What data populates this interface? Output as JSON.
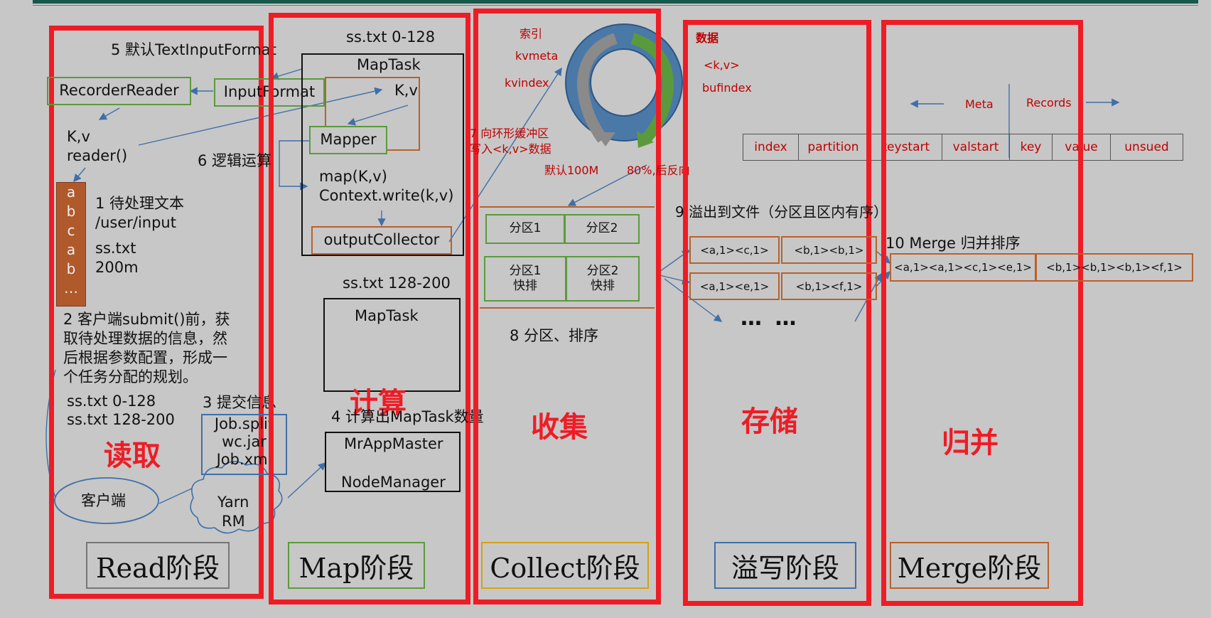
{
  "stages": {
    "read": {
      "title": "读取",
      "phase": "Read阶段"
    },
    "map": {
      "title": "计算",
      "phase": "Map阶段"
    },
    "collect": {
      "title": "收集",
      "phase": "Collect阶段"
    },
    "spill": {
      "title": "存储",
      "phase": "溢写阶段"
    },
    "merge": {
      "title": "归并",
      "phase": "Merge阶段"
    }
  },
  "read": {
    "default_format": "5 默认TextInputFormat",
    "recorder_reader": "RecorderReader",
    "input_format": "InputFormat",
    "kv": "K,v",
    "reader_call": "reader()",
    "file_chars": [
      "a",
      "b",
      "c",
      "a",
      "b",
      "…"
    ],
    "step1_line1": "1 待处理文本",
    "step1_line2": "/user/input",
    "file_name": "ss.txt",
    "file_size": "200m",
    "step2_lines": [
      "2 客户端submit()前，获",
      "取待处理数据的信息，然",
      "后根据参数配置，形成一",
      "个任务分配的规划。"
    ],
    "split1": "ss.txt  0-128",
    "split2": "ss.txt  128-200",
    "step3": "3 提交信息",
    "job_files": [
      "Job.split",
      "wc.jar",
      "Job.xml"
    ],
    "client": "客户端",
    "yarn": [
      "Yarn",
      "RM"
    ]
  },
  "map": {
    "split1_label": "ss.txt 0-128",
    "maptask_title": "MapTask",
    "kv": "K,v",
    "mapper": "Mapper",
    "logic": "6 逻辑运算",
    "map_call": "map(K,v)",
    "context_write": "Context.write(k,v)",
    "output_collector": "outputCollector",
    "split2_label": "ss.txt 128-200",
    "maptask2_title": "MapTask",
    "step4": "4 计算出MapTask数量",
    "appmaster": "MrAppMaster",
    "nodemanager": "NodeManager"
  },
  "collect": {
    "index_label": "索引",
    "kvmeta": "kvmeta",
    "kvindex": "kvindex",
    "step7_line1": "7 向环形缓冲区",
    "step7_line2": "写入<k,v>数据",
    "default_size": "默认100M",
    "reverse": "80%,后反向",
    "partitions": [
      "分区1",
      "分区2"
    ],
    "sorted_partitions": [
      "分区1\n快排",
      "分区2\n快排"
    ],
    "step8": "8 分区、排序"
  },
  "buffer": {
    "data_label": "数据",
    "kv": "<k,v>",
    "bufindex": "bufindex",
    "meta": "Meta",
    "records": "Records",
    "columns": [
      "index",
      "partition",
      "keystart",
      "valstart",
      "key",
      "value",
      "unsued"
    ]
  },
  "spill": {
    "step9": "9 溢出到文件（分区且区内有序）",
    "rows": [
      [
        "<a,1><c,1>",
        "<b,1><b,1>"
      ],
      [
        "<a,1><e,1>",
        "<b,1><f,1>"
      ]
    ],
    "ellipsis": "… …"
  },
  "merge": {
    "step10": "10 Merge 归并排序",
    "result": [
      "<a,1><a,1><c,1><e,1>",
      "<b,1><b,1><b,1><f,1>"
    ]
  },
  "colors": {
    "stage_border": "#ee1c25",
    "annotation": "#c00000",
    "green_box": "#5b9a3c",
    "orange_box": "#b8612c",
    "blue_box": "#3f6fa8",
    "ring": "#4a79a8"
  }
}
